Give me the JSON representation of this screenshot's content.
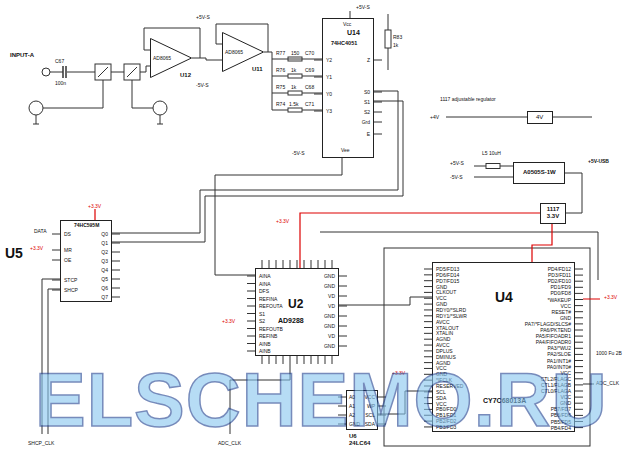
{
  "diagram": {
    "nodes": [
      {
        "text": [
          "AD8065",
          "U12"
        ]
      },
      {
        "text": [
          "AD8065",
          "U11"
        ]
      },
      {
        "text": [
          "U14",
          "74HC4051",
          "Vcc",
          "Y2",
          "Z",
          "Y1",
          "Y0",
          "Y3",
          "S0",
          "S1",
          "S2",
          "Grd",
          "E",
          "Vee"
        ]
      },
      {
        "text": [
          "U5",
          "74HC595M",
          "DS",
          "Q0",
          "Q1",
          "MR",
          "Q2",
          "OE",
          "Q3",
          "Q4",
          "STCP",
          "Q5",
          "SHCP",
          "Q6",
          "Q7"
        ]
      },
      {
        "text": [
          "U2",
          "AD9288",
          "AINA",
          "AINA",
          "DFS",
          "REFINA",
          "REFOUTA",
          "S1",
          "S2",
          "REFOUTB",
          "REFINB",
          "AINB",
          "AINB",
          "GND",
          "GND",
          "VD",
          "VD",
          "GND",
          "GND",
          "VD",
          "GND"
        ]
      },
      {
        "text": [
          "U4",
          "CY7C68013A",
          "PD5/FD13",
          "PD6/FD14",
          "PD7/FD15",
          "GND",
          "CLKOUT",
          "VCC",
          "GND",
          "RDY0/*SLRD",
          "RDY1/*SLWR",
          "AVCC",
          "XTALOUT",
          "XTALIN",
          "AGND",
          "AVCC",
          "DPLUS",
          "DMINUS",
          "AGND",
          "VCC",
          "GND",
          "*IFCLK",
          "RESERVED",
          "SCL",
          "SDA",
          "VCC",
          "PB0/FD0",
          "PB1/FD1",
          "PB2/FD2",
          "PB3/FD3",
          "PD4/FD12",
          "PD3/FD11",
          "PD2/FD10",
          "PD1/FD9",
          "PD0/FD8",
          "*WAKEUP",
          "VCC",
          "RESET#",
          "GND",
          "PA7/*FLAGD/SLCS#",
          "PA6/PKTEND",
          "PA5/FIFOADR1",
          "PA4/FIFOADR0",
          "PA3/*WU2",
          "PA2/SLOE",
          "PA1/INT1#",
          "PA0/INT0#",
          "VCC",
          "CTL2/FLAGC",
          "CTL1/FLAGB",
          "CTL0/FLAGA",
          "VCC",
          "GND",
          "PB7/FD7",
          "PB6/FD6",
          "PB5/FD5",
          "PB4/FD4"
        ]
      },
      {
        "text": [
          "A0",
          "VCC",
          "A1",
          "WP",
          "A2",
          "SCL",
          "GND",
          "SDA",
          "U6",
          "24LC64"
        ]
      },
      {
        "text": [
          "4V"
        ]
      },
      {
        "text": [
          "A0505S-1W"
        ]
      },
      {
        "text": [
          "1117 3.3V"
        ]
      }
    ],
    "edges": [
      {
        "from": 0,
        "to": 1,
        "arrow": "none"
      },
      {
        "from": 1,
        "to": 2,
        "arrow": "none"
      },
      {
        "from": 3,
        "to": 2,
        "arrow": "none"
      },
      {
        "from": 2,
        "to": 4,
        "arrow": "none"
      },
      {
        "from": 4,
        "to": 5,
        "arrow": "none"
      },
      {
        "from": 6,
        "to": 5,
        "arrow": "none"
      },
      {
        "from": 9,
        "to": 5,
        "arrow": "none"
      },
      {
        "from": 8,
        "to": 9,
        "arrow": "none"
      }
    ],
    "labels": [
      "INPUT-A",
      "C67",
      "100n",
      "+5V-S",
      "-5V-S",
      "R77",
      "150",
      "C70",
      "R76",
      "1k",
      "C69",
      "R75",
      "1k",
      "C68",
      "R74",
      "1.5k",
      "C71",
      "+5V-S",
      "-5V-S",
      "R83",
      "1k",
      "1117 adjustable regulator",
      "+4V",
      "+5V-USB",
      "+5V-S",
      "-5V-S",
      "L5 10uH",
      "+3.3V",
      "DATA",
      "+3.3V",
      "SHCP_CLK",
      "ADC_CLK",
      "+3.3V",
      "+3.3V",
      "+3.3V",
      "+3.3V",
      "1000 Fu 2B",
      "ADC_CLK",
      "ELSCHEMO.RU"
    ]
  }
}
